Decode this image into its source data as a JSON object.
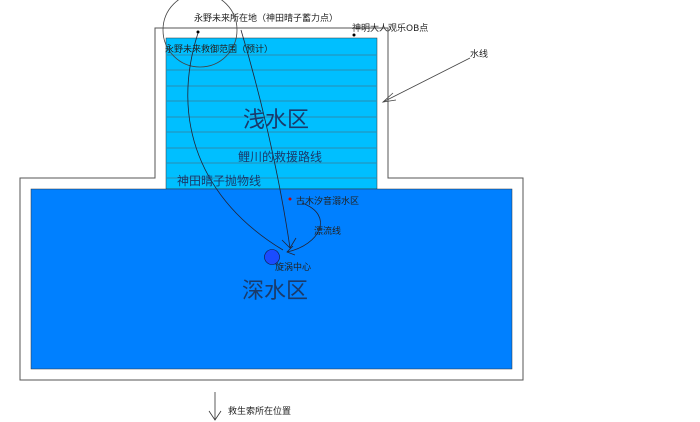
{
  "labels": {
    "nagano_location": "永野未来所在地（神田晴子蓄力点）",
    "shinmei_ob_point": "神明大人观乐OB点",
    "nagano_rescue_range": "永野未来救御范围（预计）",
    "waterline": "水线",
    "shallow_zone": "浅水区",
    "rikawa_route": "鲤川的救援路线",
    "kanda_parabola": "神田晴子抛物线",
    "komoku_drowning_zone": "古木汐音溺水区",
    "drift_line": "漂流线",
    "whirlpool_center": "旋涡中心",
    "deep_zone": "深水区",
    "lifeline_position": "救生索所在位置"
  },
  "colors": {
    "shallow": "#00bfff",
    "deep": "#0080ff",
    "whirlpool": "#1a4cff"
  }
}
